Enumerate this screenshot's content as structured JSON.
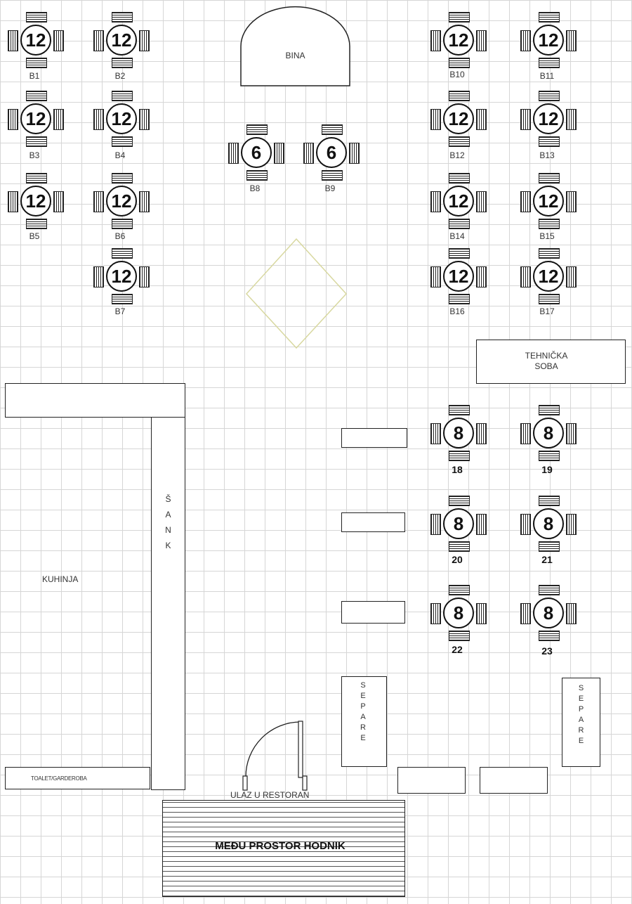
{
  "tables": [
    {
      "name": "B1",
      "seats": "12",
      "label": "B1"
    },
    {
      "name": "B2",
      "seats": "12",
      "label": "B2"
    },
    {
      "name": "B3",
      "seats": "12",
      "label": "B3"
    },
    {
      "name": "B4",
      "seats": "12",
      "label": "B4"
    },
    {
      "name": "B5",
      "seats": "12",
      "label": "B5"
    },
    {
      "name": "B6",
      "seats": "12",
      "label": "B6"
    },
    {
      "name": "B7",
      "seats": "12",
      "label": "B7"
    },
    {
      "name": "B8",
      "seats": "6",
      "label": "B8"
    },
    {
      "name": "B9",
      "seats": "6",
      "label": "B9"
    },
    {
      "name": "B10",
      "seats": "12",
      "label": "B10"
    },
    {
      "name": "B11",
      "seats": "12",
      "label": "B11"
    },
    {
      "name": "B12",
      "seats": "12",
      "label": "B12"
    },
    {
      "name": "B13",
      "seats": "12",
      "label": "B13"
    },
    {
      "name": "B14",
      "seats": "12",
      "label": "B14"
    },
    {
      "name": "B15",
      "seats": "12",
      "label": "B15"
    },
    {
      "name": "B16",
      "seats": "12",
      "label": "B16"
    },
    {
      "name": "B17",
      "seats": "12",
      "label": "B17"
    },
    {
      "name": "18",
      "seats": "8",
      "label": "18"
    },
    {
      "name": "19",
      "seats": "8",
      "label": "19"
    },
    {
      "name": "20",
      "seats": "8",
      "label": "20"
    },
    {
      "name": "21",
      "seats": "8",
      "label": "21"
    },
    {
      "name": "22",
      "seats": "8",
      "label": "22"
    },
    {
      "name": "23",
      "seats": "8",
      "label": "23"
    }
  ],
  "labels": {
    "stage": "BINA",
    "tech_room": "TEHNIČKA\nSOBA",
    "kitchen": "KUHINJA",
    "bar": "Š\nA\nN\nK",
    "toilet": "TOALET/GARDEROBA",
    "entrance": "ULAZ U RESTORAN",
    "hallway": "MEĐU PROSTOR HODNIK",
    "separe_left": "S\nE\nP\nA\nR\nE",
    "separe_right": "S\nE\nP\nA\nR\nE"
  },
  "colors": {
    "grid": "#d6d6d6",
    "outline": "#222222",
    "diamond": "#d8d8a0"
  }
}
